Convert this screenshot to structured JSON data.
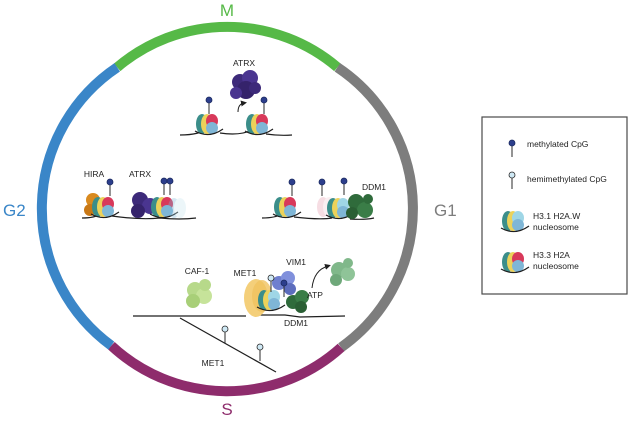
{
  "phases": {
    "m": "M",
    "g1": "G1",
    "s": "S",
    "g2": "G2"
  },
  "phase_colors": {
    "m": "#56b947",
    "g1": "#7d7d7d",
    "s": "#8e2c6c",
    "g2": "#3a86c8"
  },
  "labels": {
    "atrx_top": "ATRX",
    "hira": "HIRA",
    "atrx_left": "ATRX",
    "ddm1_right": "DDM1",
    "caf1": "CAF-1",
    "met1_center": "MET1",
    "vim1": "VIM1",
    "atp": "ATP",
    "ddm1_center": "DDM1",
    "met1_bottom": "MET1"
  },
  "legend": {
    "methylated": "methylated CpG",
    "hemimethylated": "hemimethylated CpG",
    "h31_line1": "H3.1 H2A.W",
    "h31_line2": "nucleosome",
    "h33_line1": "H3.3 H2A",
    "h33_line2": "nucleosome"
  },
  "icons": {
    "methylated_cpg": "dark-blue-lollipop",
    "hemimethylated_cpg": "light-blue-lollipop",
    "h31_nucleosome": "light-blue-nucleosome",
    "h33_nucleosome": "red-nucleosome"
  }
}
